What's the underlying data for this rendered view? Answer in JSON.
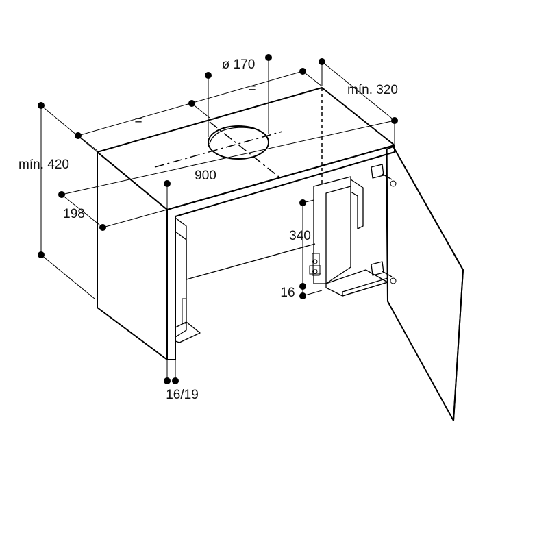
{
  "diagram": {
    "labels": {
      "diameter": "ø 170",
      "equal_left": "=",
      "equal_right": "=",
      "min_depth": "mín. 320",
      "min_height": "mín. 420",
      "width": "900",
      "front_offset": "198",
      "bracket_height": "340",
      "bracket_gap": "16",
      "panel_thickness": "16/19"
    }
  }
}
